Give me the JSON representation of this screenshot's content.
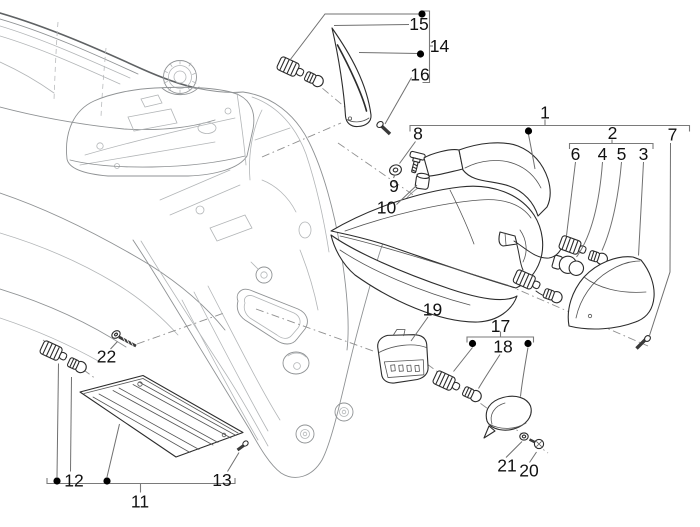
{
  "diagram": {
    "kind": "exploded-parts-diagram",
    "subject": "scooter rear lights, turn signals and license plate light assembly",
    "background_color": "#ffffff",
    "part_outline_color": "#2c2c2c",
    "frame_art_color": "#8f9294",
    "leader_line_color": "#707070",
    "marker_color": "#000000",
    "label_color": "#111111"
  },
  "callouts": [
    {
      "label": "1"
    },
    {
      "label": "2"
    },
    {
      "label": "3"
    },
    {
      "label": "4"
    },
    {
      "label": "5"
    },
    {
      "label": "6"
    },
    {
      "label": "7"
    },
    {
      "label": "8"
    },
    {
      "label": "9"
    },
    {
      "label": "10"
    },
    {
      "label": "11"
    },
    {
      "label": "12"
    },
    {
      "label": "13"
    },
    {
      "label": "14"
    },
    {
      "label": "15"
    },
    {
      "label": "16"
    },
    {
      "label": "17"
    },
    {
      "label": "18"
    },
    {
      "label": "19"
    },
    {
      "label": "20"
    },
    {
      "label": "21"
    },
    {
      "label": "22"
    }
  ]
}
